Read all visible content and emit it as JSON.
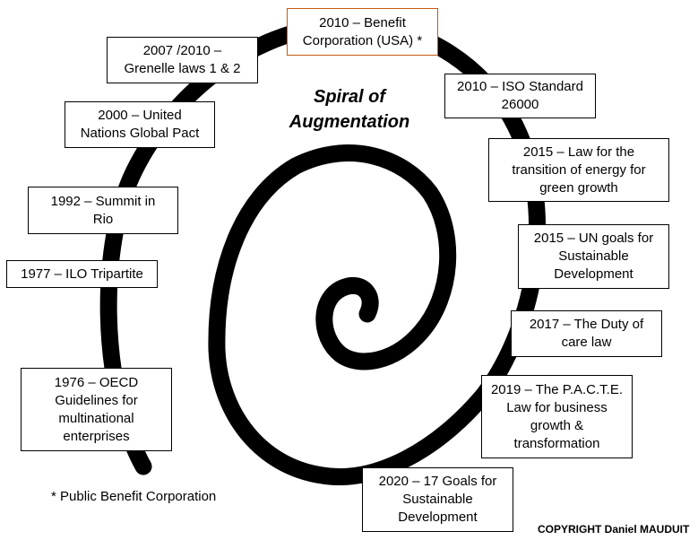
{
  "title": "Spiral of\nAugmentation",
  "milestones": [
    {
      "text": "2010 – Benefit\nCorporation (USA)  *",
      "accent": "#c55a11"
    },
    {
      "text": "2007 /2010 –\nGrenelle laws 1 & 2"
    },
    {
      "text": "2000 –  United\nNations Global Pact"
    },
    {
      "text": "1992 –  Summit in\nRio"
    },
    {
      "text": "1977 –  ILO Tripartite"
    },
    {
      "text": "1976 – OECD\nGuidelines for\nmultinational\nenterprises"
    },
    {
      "text": "2010 – ISO Standard\n26000"
    },
    {
      "text": "2015 – Law for the\ntransition of energy for\ngreen growth"
    },
    {
      "text": "2015 –  UN goals for\nSustainable\nDevelopment"
    },
    {
      "text": "2017 –  The Duty of\ncare law"
    },
    {
      "text": "2019 – The P.A.C.T.E.\nLaw for business\ngrowth &\ntransformation"
    },
    {
      "text": "2020 – 17 Goals for\nSustainable\nDevelopment"
    }
  ],
  "footnote": "* Public Benefit Corporation",
  "copyright": "COPYRIGHT Daniel MAUDUIT"
}
